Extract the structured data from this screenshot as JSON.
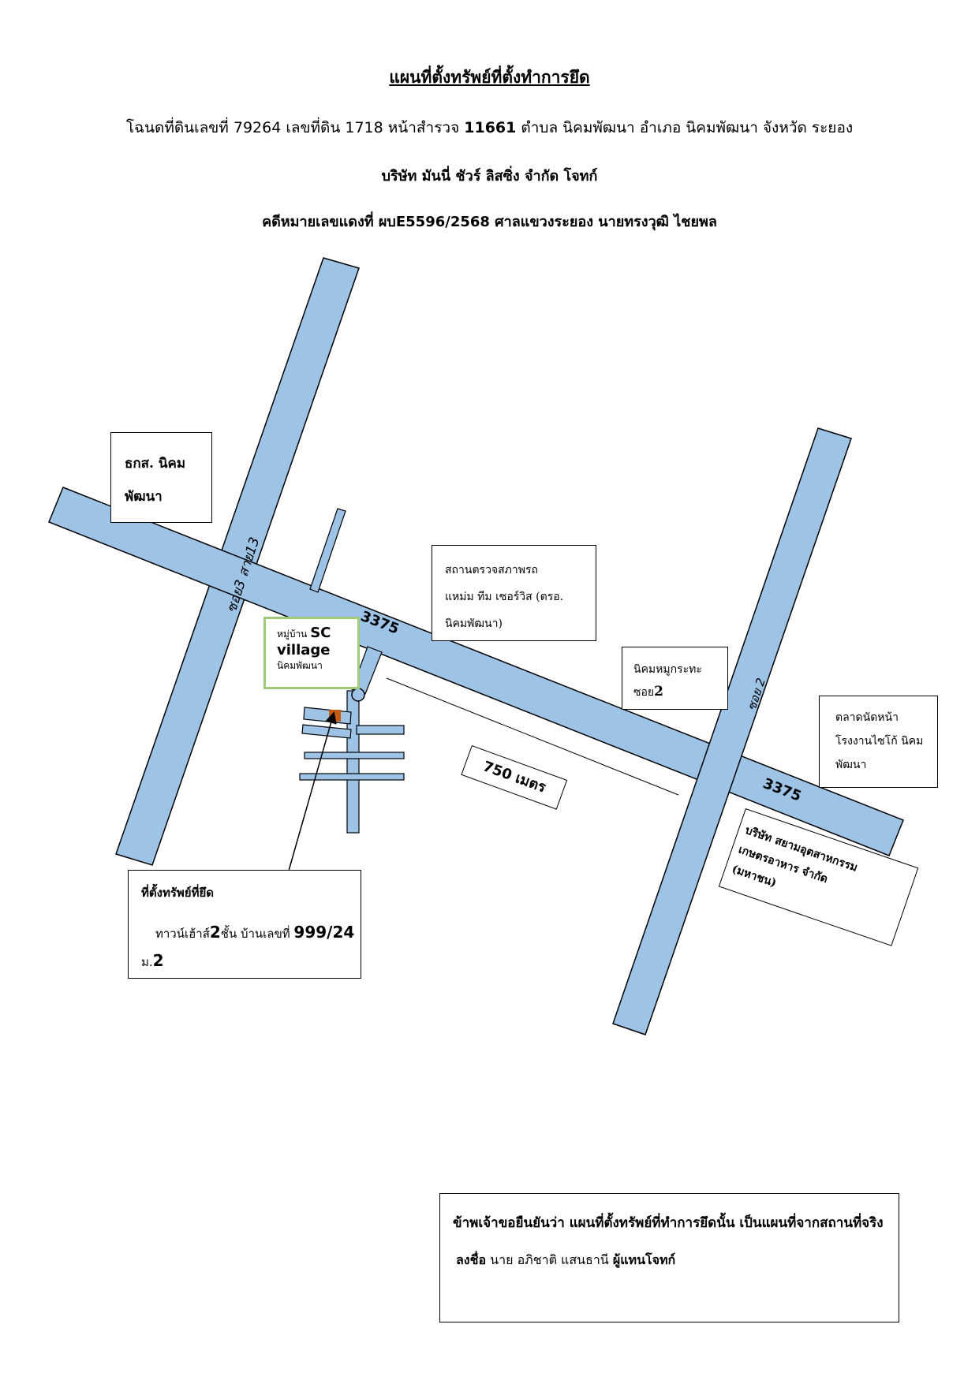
{
  "header": {
    "title": "แผนที่ตั้งทรัพย์ที่ตั้งทำการยึด",
    "deed_prefix": "โฉนดที่ดินเลขที่  79264 เลขที่ดิน 1718 หน้าสำรวจ ",
    "deed_survey_no": "11661",
    "deed_suffix": " ตำบล นิคมพัฒนา อำเภอ นิคมพัฒนา จังหวัด ระยอง",
    "company": "บริษัท มันนี่ ชัวร์ ลิสซิ่ง จำกัด โจทก์",
    "case": "คดีหมายเลขแดงที่ ผบE5596/2568  ศาลแขวงระยอง นายทรงวุฒิ ไชยพล"
  },
  "map": {
    "road_color": "#9dc3e6",
    "road_labels": {
      "soi3": "ซอย3 สาย13",
      "main_road_1": "3375",
      "main_road_2": "3375",
      "soi2": "ซอย 2"
    },
    "landmarks": {
      "baac_line1": "ธกส. นิคม",
      "baac_line2": "พัฒนา",
      "inspection_line1": "สถานตรวจสภาพรถ",
      "inspection_line2": "แหม่ม ทีม เซอร์วิส (ตรอ.",
      "inspection_line3": "นิคมพัฒนา)",
      "nikhom_line1": "นิคมหมูกระทะ",
      "nikhom_line2_prefix": "ซอย",
      "nikhom_line2_num": "2",
      "market_line1": "ตลาดนัดหน้า",
      "market_line2": "โรงงานไซโก้ นิคม",
      "market_line3": "พัฒนา",
      "siam_line1": "บริษัท สยามอุตสาหกรรม",
      "siam_line2": "เกษตรอาหาร จำกัด",
      "siam_line3": "(มหาชน)"
    },
    "village": {
      "prefix": "หมู่บ้าน ",
      "name_a": "SC",
      "name_b": "village",
      "area": "นิคมพัฒนา"
    },
    "distance_label": "750 เมตร",
    "target": {
      "line1": "ที่ตั้งทรัพย์ที่ยึด",
      "type_prefix": "ทาวน์เฮ้าส์",
      "floors": "2",
      "floors_suffix": "ชั้น บ้านเลขที่ ",
      "house_no": "999/24",
      "moo_prefix": "ม.",
      "moo": "2"
    },
    "marker_color": "#c55a11",
    "village_border_color": "#9ecb7a"
  },
  "statement": {
    "line1": "ข้าพเจ้าขอยืนยันว่า แผนที่ตั้งทรัพย์ที่ทำการยึดนั้น เป็นแผนที่จากสถานที่จริง",
    "sign_label": "ลงชื่อ",
    "signer": " นาย อภิชาติ แสนธานี ",
    "role": "ผู้แทนโจทก์"
  }
}
